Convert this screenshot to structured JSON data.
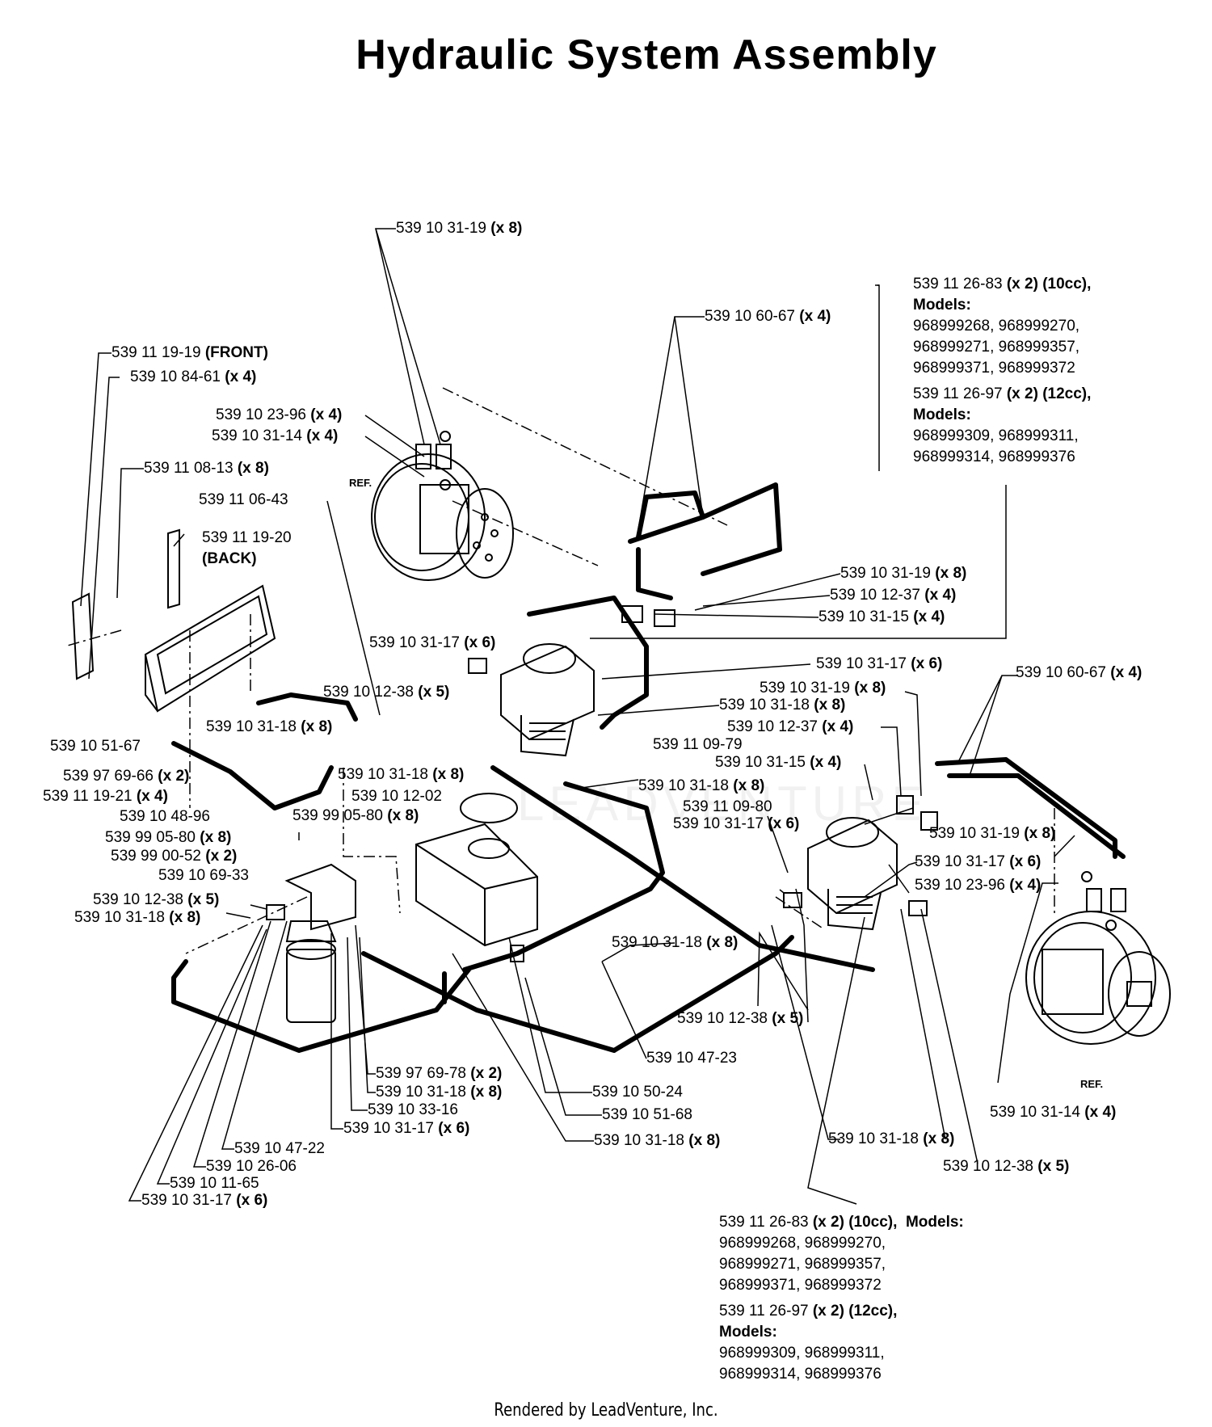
{
  "title": "Hydraulic System Assembly",
  "footer": "Rendered by LeadVenture, Inc.",
  "watermark": "LEADVENTURE",
  "ref_labels": [
    "REF.",
    "REF."
  ],
  "labels": [
    {
      "id": "l1",
      "part": "539 10 31-19",
      "qty": "(x 8)"
    },
    {
      "id": "l2",
      "part": "539 10 60-67",
      "qty": "(x 4)"
    },
    {
      "id": "l3",
      "part": "539 11 19-19",
      "qty": "(FRONT)"
    },
    {
      "id": "l4",
      "part": "539 10 84-61",
      "qty": "(x 4)"
    },
    {
      "id": "l5",
      "part": "539 10 23-96",
      "qty": "(x 4)"
    },
    {
      "id": "l6",
      "part": "539 10 31-14",
      "qty": "(x 4)"
    },
    {
      "id": "l7",
      "part": "539 11 08-13",
      "qty": "(x 8)"
    },
    {
      "id": "l8",
      "part": "539 11 06-43",
      "qty": ""
    },
    {
      "id": "l9",
      "part": "539 11 19-20",
      "qty": ""
    },
    {
      "id": "l10",
      "part": "",
      "qty": "(BACK)"
    },
    {
      "id": "l11",
      "part": "539 10 31-19",
      "qty": "(x 8)"
    },
    {
      "id": "l12",
      "part": "539 10 12-37",
      "qty": "(x 4)"
    },
    {
      "id": "l13",
      "part": "539 10 31-15",
      "qty": "(x 4)"
    },
    {
      "id": "l14",
      "part": "539 10 31-17",
      "qty": "(x 6)"
    },
    {
      "id": "l15",
      "part": "539 10 31-17",
      "qty": "(x 6)"
    },
    {
      "id": "l16",
      "part": "539 10 60-67",
      "qty": "(x 4)"
    },
    {
      "id": "l17",
      "part": "539 10 31-19",
      "qty": "(x 8)"
    },
    {
      "id": "l18",
      "part": "539 10 31-18",
      "qty": "(x 8)"
    },
    {
      "id": "l19",
      "part": "539 10 12-37",
      "qty": "(x 4)"
    },
    {
      "id": "l20",
      "part": "539 11 09-79",
      "qty": ""
    },
    {
      "id": "l21",
      "part": "539 10 31-15",
      "qty": "(x 4)"
    },
    {
      "id": "l22",
      "part": "539 10 12-38",
      "qty": "(x 5)"
    },
    {
      "id": "l23",
      "part": "539 10 31-18",
      "qty": "(x 8)"
    },
    {
      "id": "l24",
      "part": "539 10 51-67",
      "qty": ""
    },
    {
      "id": "l25",
      "part": "539 10 31-18",
      "qty": "(x 8)"
    },
    {
      "id": "l26",
      "part": "539 10 31-18",
      "qty": "(x 8)"
    },
    {
      "id": "l27",
      "part": "539 97 69-66",
      "qty": "(x 2)"
    },
    {
      "id": "l28",
      "part": "539 11 19-21",
      "qty": "(x 4)"
    },
    {
      "id": "l29",
      "part": "539 10 12-02",
      "qty": ""
    },
    {
      "id": "l30",
      "part": "539 11 09-80",
      "qty": ""
    },
    {
      "id": "l31",
      "part": "539 10 48-96",
      "qty": ""
    },
    {
      "id": "l32",
      "part": "539 99 05-80",
      "qty": "(x 8)"
    },
    {
      "id": "l33",
      "part": "539 10 31-17",
      "qty": "(x 6)"
    },
    {
      "id": "l34",
      "part": "539 10 31-19",
      "qty": "(x 8)"
    },
    {
      "id": "l35",
      "part": "539 99 05-80",
      "qty": "(x 8)"
    },
    {
      "id": "l36",
      "part": "539 99 00-52",
      "qty": "(x 2)"
    },
    {
      "id": "l37",
      "part": "539 10 31-17",
      "qty": "(x 6)"
    },
    {
      "id": "l38",
      "part": "539 10 69-33",
      "qty": ""
    },
    {
      "id": "l39",
      "part": "539 10 23-96",
      "qty": "(x 4)"
    },
    {
      "id": "l40",
      "part": "539 10 12-38",
      "qty": "(x 5)"
    },
    {
      "id": "l41",
      "part": "539 10 31-18",
      "qty": "(x 8)"
    },
    {
      "id": "l42",
      "part": "539 10 31-18",
      "qty": "(x 8)"
    },
    {
      "id": "l43",
      "part": "539 10 12-38",
      "qty": "(x 5)"
    },
    {
      "id": "l44",
      "part": "539 10 47-23",
      "qty": ""
    },
    {
      "id": "l45",
      "part": "539 97 69-78",
      "qty": "(x 2)"
    },
    {
      "id": "l46",
      "part": "539 10 31-18",
      "qty": "(x 8)"
    },
    {
      "id": "l47",
      "part": "539 10 50-24",
      "qty": ""
    },
    {
      "id": "l48",
      "part": "539 10 33-16",
      "qty": ""
    },
    {
      "id": "l49",
      "part": "539 10 51-68",
      "qty": ""
    },
    {
      "id": "l50",
      "part": "539 10 31-14",
      "qty": "(x 4)"
    },
    {
      "id": "l51",
      "part": "539 10 31-17",
      "qty": "(x 6)"
    },
    {
      "id": "l52",
      "part": "539 10 31-18",
      "qty": "(x 8)"
    },
    {
      "id": "l53",
      "part": "539 10 31-18",
      "qty": "(x 8)"
    },
    {
      "id": "l54",
      "part": "539 10 47-22",
      "qty": ""
    },
    {
      "id": "l55",
      "part": "539 10 12-38",
      "qty": "(x 5)"
    },
    {
      "id": "l56",
      "part": "539 10 26-06",
      "qty": ""
    },
    {
      "id": "l57",
      "part": "539 10 11-65",
      "qty": ""
    },
    {
      "id": "l58",
      "part": "539 10 31-17",
      "qty": "(x 6)"
    }
  ],
  "note_top": {
    "a_part": "539 11 26-83",
    "a_qty": "(x 2) (10cc),",
    "a_models": "Models:",
    "a_l1": "968999268, 968999270,",
    "a_l2": "968999271, 968999357,",
    "a_l3": "968999371, 968999372",
    "b_part": "539 11 26-97",
    "b_qty": "(x 2) (12cc),",
    "b_models": "Models:",
    "b_l1": "968999309, 968999311,",
    "b_l2": "968999314, 968999376"
  },
  "note_bottom": {
    "a_part": "539 11 26-83",
    "a_qty": "(x 2) (10cc),",
    "a_models": "Models:",
    "a_l1": "968999268, 968999270,",
    "a_l2": "968999271, 968999357,",
    "a_l3": "968999371, 968999372",
    "b_part": "539 11 26-97",
    "b_qty": "(x 2) (12cc),",
    "b_models": "Models:",
    "b_l1": "968999309, 968999311,",
    "b_l2": "968999314, 968999376"
  }
}
